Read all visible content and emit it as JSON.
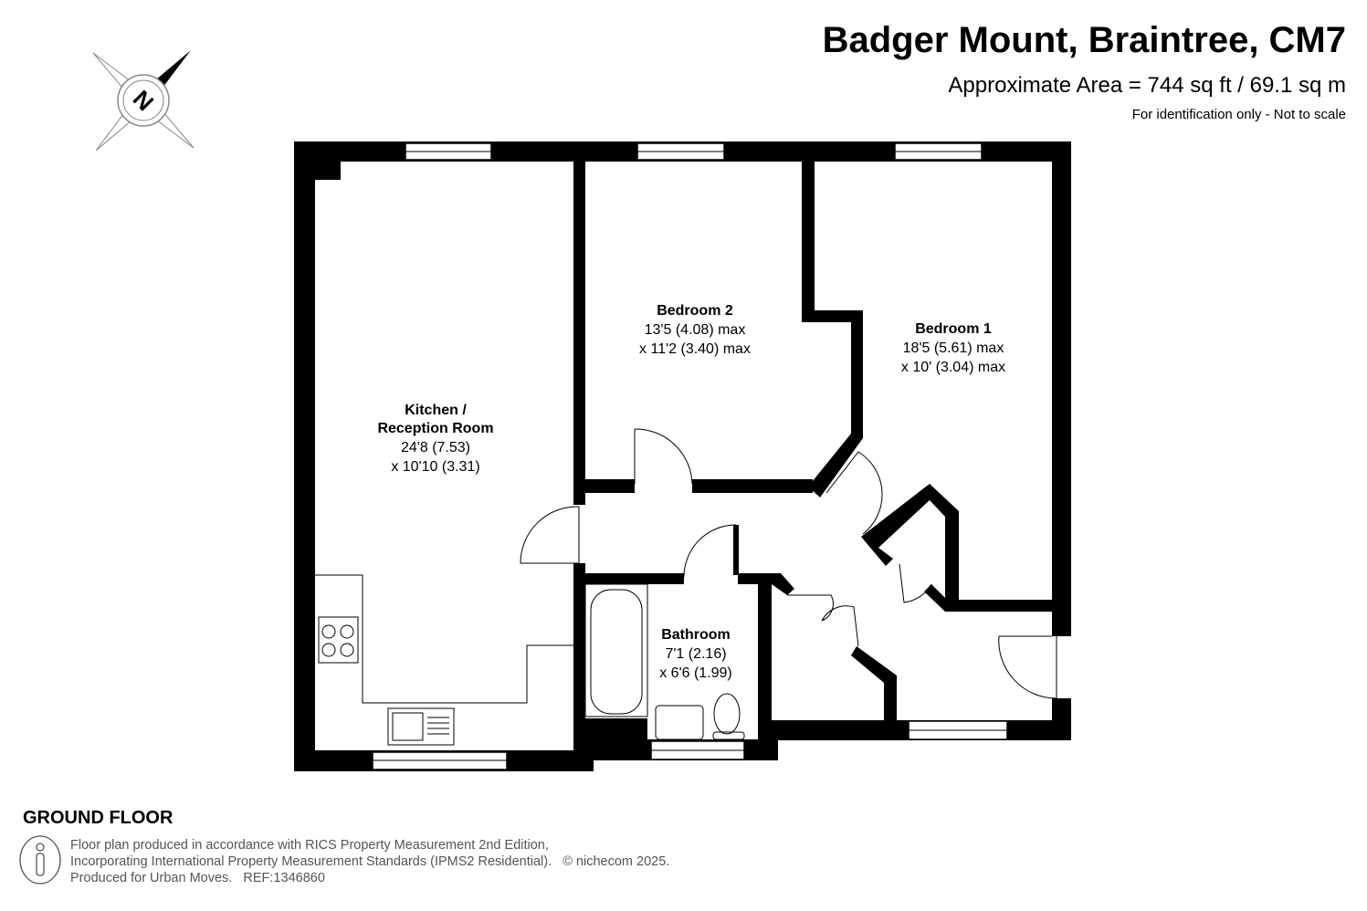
{
  "header": {
    "title": "Badger Mount, Braintree, CM7",
    "area": "Approximate Area = 744 sq ft / 69.1 sq m",
    "disclaimer": "For identification only - Not to scale"
  },
  "compass": {
    "label": "N"
  },
  "rooms": [
    {
      "name": "Kitchen /",
      "name2": "Reception Room",
      "dim1": "24'8 (7.53)",
      "dim2": "x 10'10 (3.31)"
    },
    {
      "name": "Bedroom 2",
      "dim1": "13'5 (4.08) max",
      "dim2": "x 11'2 (3.40) max"
    },
    {
      "name": "Bedroom 1",
      "dim1": "18'5 (5.61) max",
      "dim2": "x 10' (3.04) max"
    },
    {
      "name": "Bathroom",
      "dim1": "7'1 (2.16)",
      "dim2": "x 6'6 (1.99)"
    }
  ],
  "footer": {
    "floor": "GROUND FLOOR",
    "line1": "Floor plan produced in accordance with RICS Property Measurement 2nd Edition,",
    "line2": "Incorporating International Property Measurement Standards (IPMS2 Residential).",
    "copyright": "© nichecom 2025.",
    "line3": "Produced for Urban Moves.",
    "ref": "REF:1346860"
  }
}
